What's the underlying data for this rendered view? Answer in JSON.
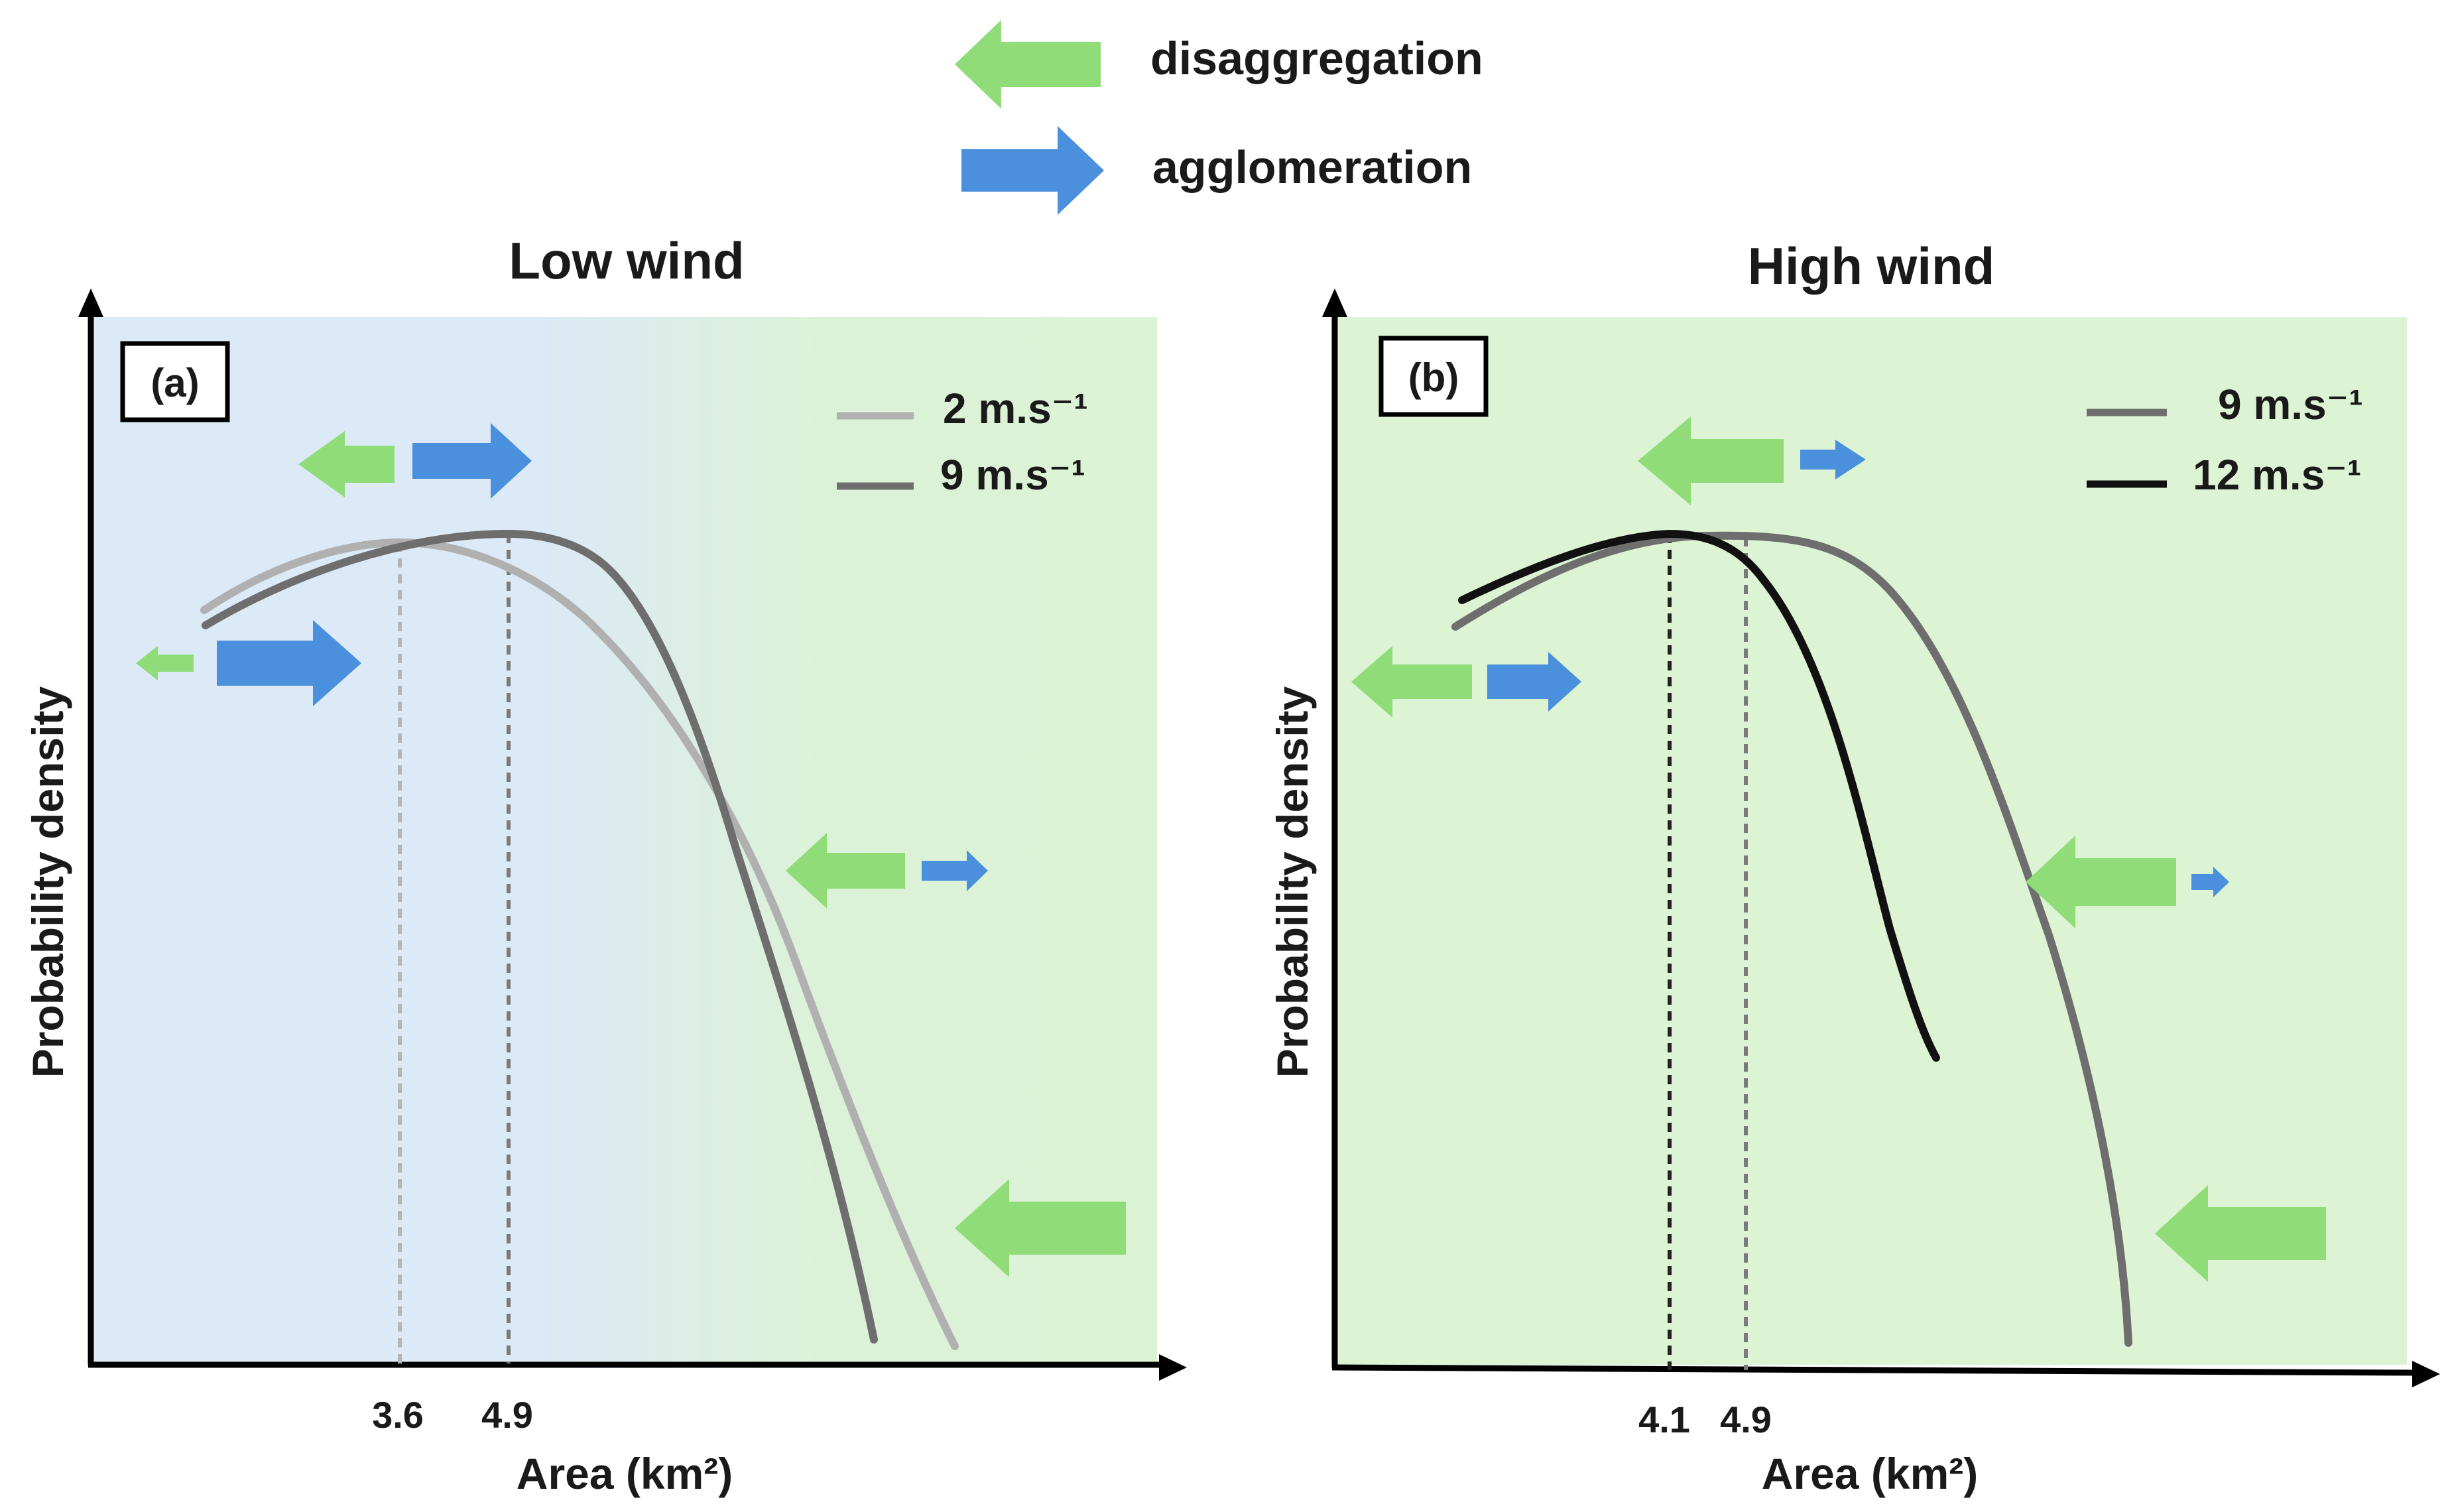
{
  "legend": {
    "disaggregation": "disaggregation",
    "agglomeration": "agglomeration",
    "green_color": "#8fdc78",
    "blue_color": "#4a90dc"
  },
  "panel_a": {
    "title": "Low wind",
    "label": "(a)",
    "xlabel": "Area (km²)",
    "ylabel": "Probability density",
    "series": [
      {
        "name": "2 m.s⁻¹",
        "color": "#b0b0b0",
        "mode_value": "3.6"
      },
      {
        "name": "9 m.s⁻¹",
        "color": "#6e6e6e",
        "mode_value": "4.9"
      }
    ]
  },
  "panel_b": {
    "title": "High wind",
    "label": "(b)",
    "xlabel": "Area (km²)",
    "ylabel": "Probability density",
    "series": [
      {
        "name": "9 m.s⁻¹",
        "color": "#6e6e6e",
        "mode_value": "4.9"
      },
      {
        "name": "12 m.s⁻¹",
        "color": "#111111",
        "mode_value": "4.1"
      }
    ]
  }
}
